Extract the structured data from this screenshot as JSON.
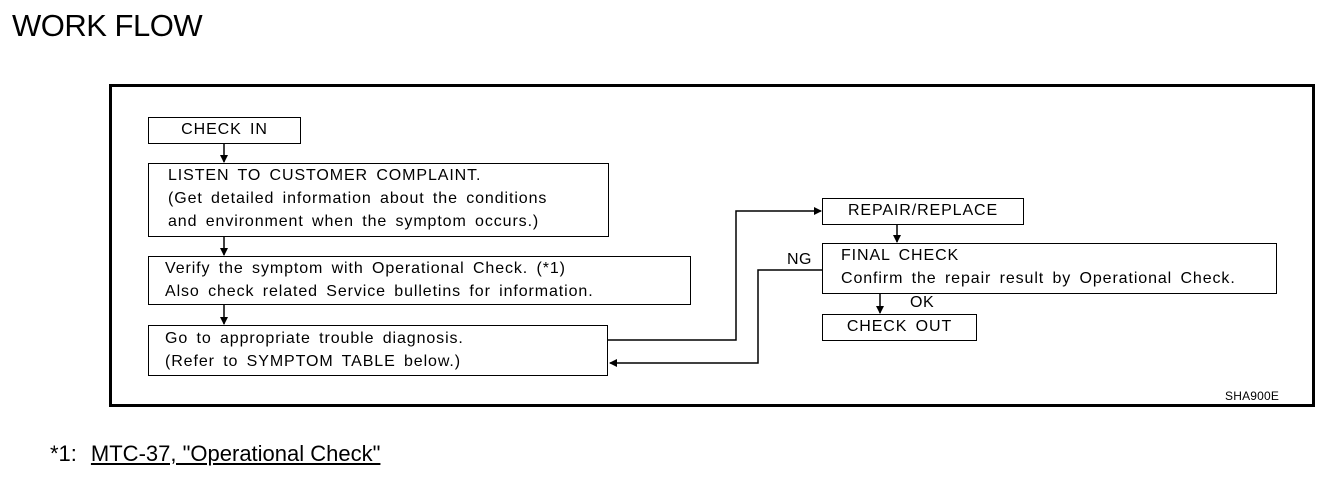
{
  "page": {
    "title": "WORK FLOW"
  },
  "flowchart": {
    "check_in": [
      "CHECK  IN"
    ],
    "listen": [
      "LISTEN  TO  CUSTOMER  COMPLAINT.",
      "(Get  detailed  information  about  the  conditions",
      "and  environment  when  the  symptom  occurs.)"
    ],
    "verify": [
      "Verify  the  symptom  with  Operational  Check.  (*1)",
      "Also  check  related  Service  bulletins  for  information."
    ],
    "diagnosis": [
      "Go  to  appropriate  trouble  diagnosis.",
      "(Refer  to  SYMPTOM  TABLE  below.)"
    ],
    "repair": [
      "REPAIR/REPLACE"
    ],
    "final_check": [
      "FINAL  CHECK",
      "Confirm  the  repair  result  by  Operational  Check."
    ],
    "check_out": [
      "CHECK  OUT"
    ],
    "ng_label": "NG",
    "ok_label": "OK",
    "figure_code": "SHA900E"
  },
  "footnote": {
    "marker": "*1:",
    "link_text": "MTC-37, \"Operational Check\""
  }
}
